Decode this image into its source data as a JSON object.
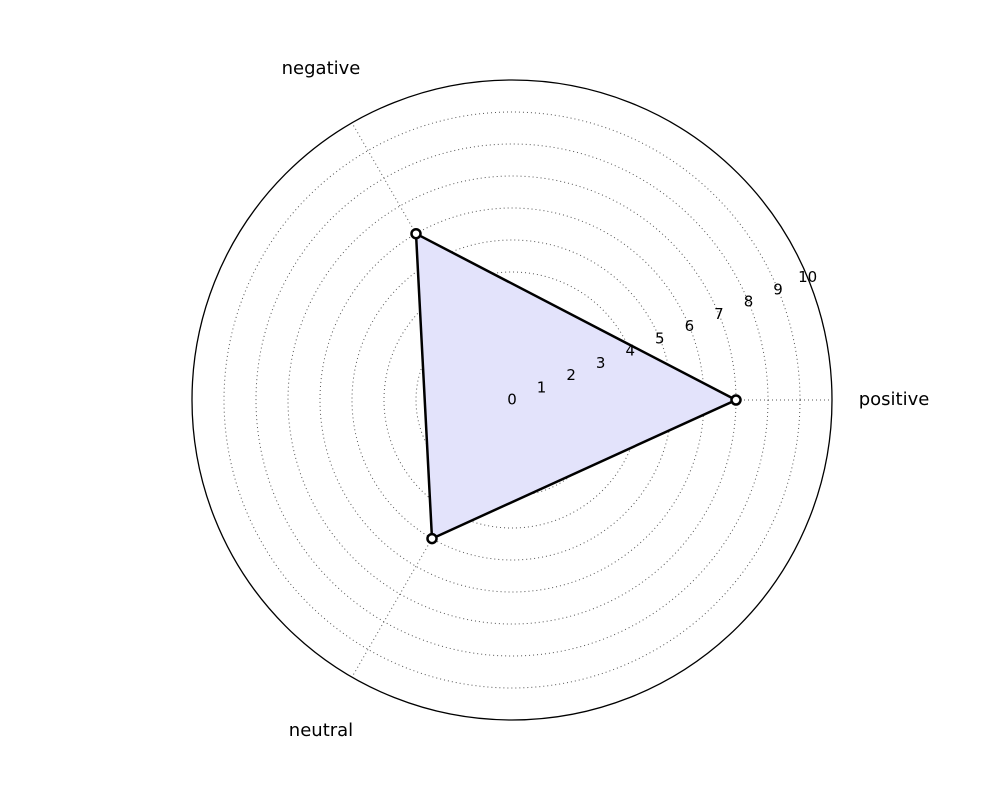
{
  "chart_data": {
    "type": "radar",
    "categories": [
      "positive",
      "negative",
      "neutral"
    ],
    "angles_deg": [
      0,
      120,
      240
    ],
    "values": [
      7,
      6,
      5
    ],
    "r_ticks": [
      0,
      1,
      2,
      3,
      4,
      5,
      6,
      7,
      8,
      9,
      10
    ],
    "r_tick_labels": [
      "0",
      "1",
      "2",
      "3",
      "4",
      "5",
      "6",
      "7",
      "8",
      "9",
      "10"
    ],
    "rlim": [
      0,
      10
    ],
    "r_tick_angle_deg": 22.5,
    "grid": true,
    "fill_color": "#e3e3fb",
    "line_color": "#000000",
    "marker_face_color": "#ffffff",
    "marker_edge_color": "#000000"
  }
}
